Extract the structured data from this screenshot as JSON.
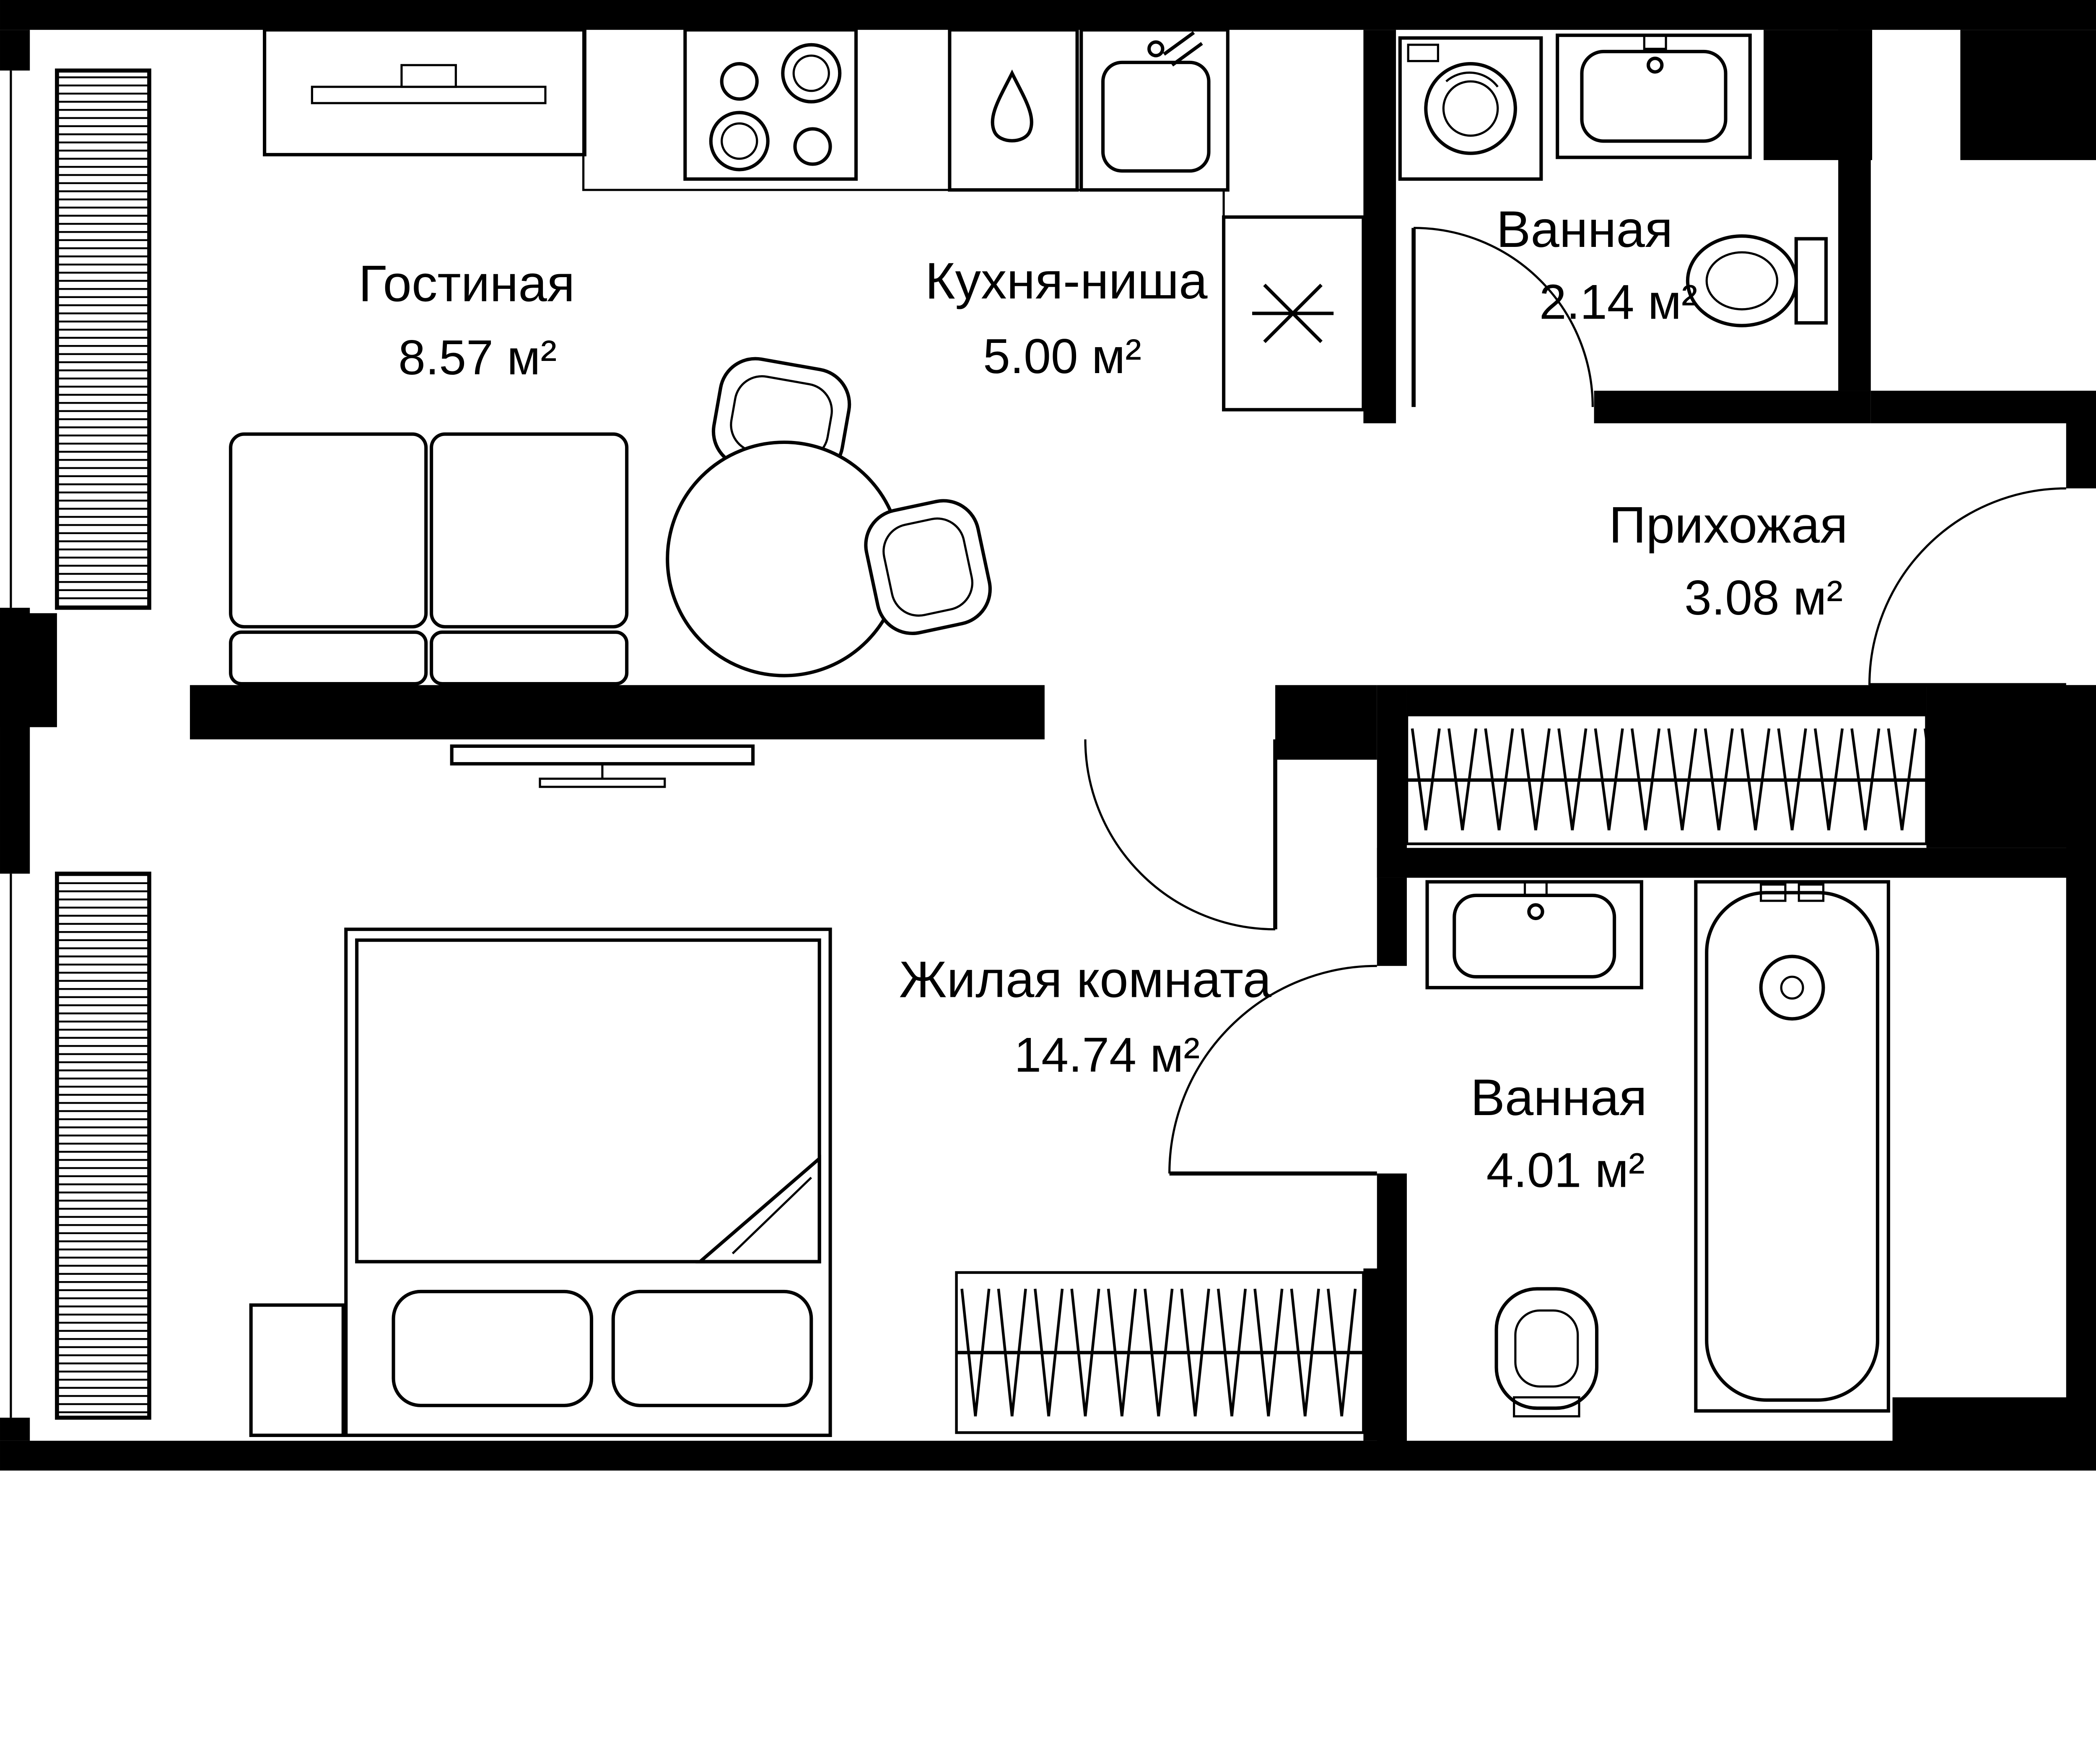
{
  "plan": {
    "type": "apartment-floor-plan",
    "colors": {
      "walls": "#000000",
      "background": "#ffffff",
      "lines": "#000000"
    },
    "rooms": [
      {
        "id": "living",
        "name": "Гостиная",
        "area": "8.57 м²"
      },
      {
        "id": "kitchen-niche",
        "name": "Кухня-ниша",
        "area": "5.00 м²"
      },
      {
        "id": "bathroom-top",
        "name": "Ванная",
        "area": "2.14 м²"
      },
      {
        "id": "hallway",
        "name": "Прихожая",
        "area": "3.08 м²"
      },
      {
        "id": "bedroom",
        "name": "Жилая комната",
        "area": "14.74 м²"
      },
      {
        "id": "bathroom-bottom",
        "name": "Ванная",
        "area": "4.01 м²"
      }
    ]
  }
}
